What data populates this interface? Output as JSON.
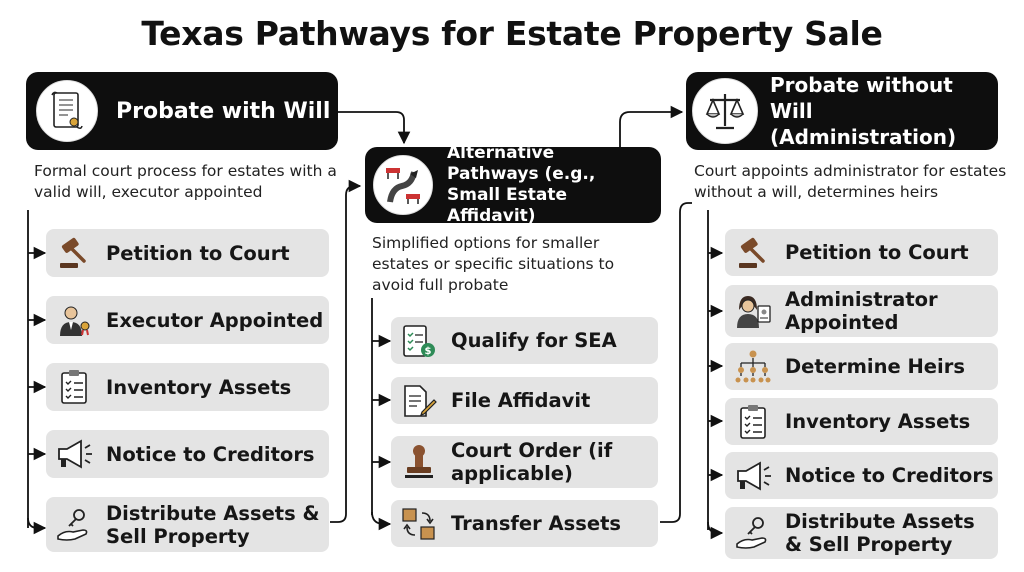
{
  "title": "Texas Pathways for Estate Property Sale",
  "columns": {
    "left": {
      "heading": "Probate with Will",
      "icon": "will-document-icon",
      "description": "Formal court process for estates with a valid will, executor appointed",
      "steps": [
        {
          "label": "Petition to Court",
          "icon": "gavel-icon"
        },
        {
          "label": "Executor Appointed",
          "icon": "executor-person-icon"
        },
        {
          "label": "Inventory Assets",
          "icon": "checklist-icon"
        },
        {
          "label": "Notice to Creditors",
          "icon": "megaphone-icon"
        },
        {
          "label": "Distribute Assets & Sell Property",
          "icon": "hand-key-icon"
        }
      ]
    },
    "middle": {
      "heading": "Alternative Pathways (e.g., Small Estate Affidavit)",
      "icon": "alternative-road-icon",
      "description": "Simplified options for smaller estates or specific situations to avoid full probate",
      "steps": [
        {
          "label": "Qualify for SEA",
          "icon": "checklist-money-icon"
        },
        {
          "label": "File Affidavit",
          "icon": "document-pen-icon"
        },
        {
          "label": "Court Order (if applicable)",
          "icon": "stamp-icon"
        },
        {
          "label": "Transfer Assets",
          "icon": "boxes-transfer-icon"
        }
      ]
    },
    "right": {
      "heading": "Probate without Will (Administration)",
      "icon": "scales-icon",
      "description": "Court appoints administrator for estates without a will, determines heirs",
      "steps": [
        {
          "label": "Petition to Court",
          "icon": "gavel-icon"
        },
        {
          "label": "Administrator Appointed",
          "icon": "administrator-person-icon"
        },
        {
          "label": "Determine Heirs",
          "icon": "family-tree-icon"
        },
        {
          "label": "Inventory Assets",
          "icon": "checklist-icon"
        },
        {
          "label": "Notice to Creditors",
          "icon": "megaphone-icon"
        },
        {
          "label": "Distribute Assets & Sell Property",
          "icon": "hand-key-icon"
        }
      ]
    }
  },
  "colors": {
    "header_bg": "#0e0e0e",
    "step_bg": "#e4e4e4",
    "gavel": "#7a4a2a",
    "money": "#2e8b57"
  }
}
